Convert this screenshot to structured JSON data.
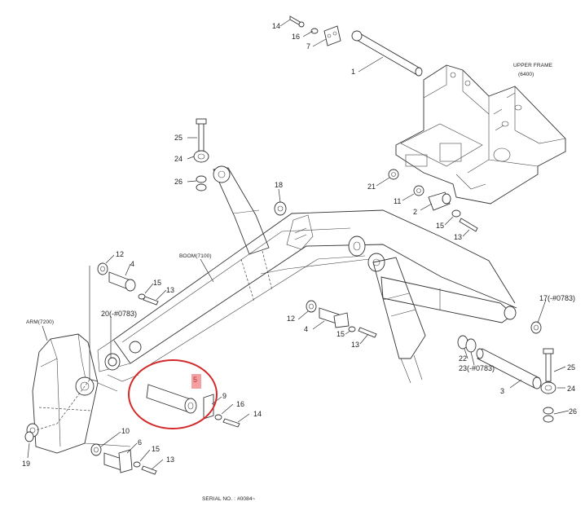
{
  "diagram": {
    "labels": {
      "upper_frame": "UPPER FRAME",
      "upper_frame_code": "(6400)",
      "boom": "BOOM(7100)",
      "arm": "ARM(7200)",
      "serial": "SERIAL NO. : #0084~"
    },
    "callouts": {
      "c14a": "14",
      "c16a": "16",
      "c7": "7",
      "c1": "1",
      "c25a": "25",
      "c24a": "24",
      "c26a": "26",
      "c18": "18",
      "c21": "21",
      "c11": "11",
      "c2": "2",
      "c15a": "15",
      "c13a": "13",
      "c12a": "12",
      "c4a": "4",
      "c15b": "15",
      "c13b": "13",
      "c20": "20(-#0783)",
      "c12b": "12",
      "c4b": "4",
      "c15c": "15",
      "c13c": "13",
      "c17": "17(-#0783)",
      "c22": "22",
      "c23": "23(-#0783)",
      "c3": "3",
      "c25b": "25",
      "c24b": "24",
      "c26b": "26",
      "c5": "5",
      "c9": "9",
      "c16b": "16",
      "c14b": "14",
      "c10": "10",
      "c6": "6",
      "c15d": "15",
      "c13d": "13",
      "c19": "19"
    },
    "highlight": {
      "part": "5",
      "ring_color": "#d42a2a",
      "marker_color": "#f4a0a0"
    }
  }
}
